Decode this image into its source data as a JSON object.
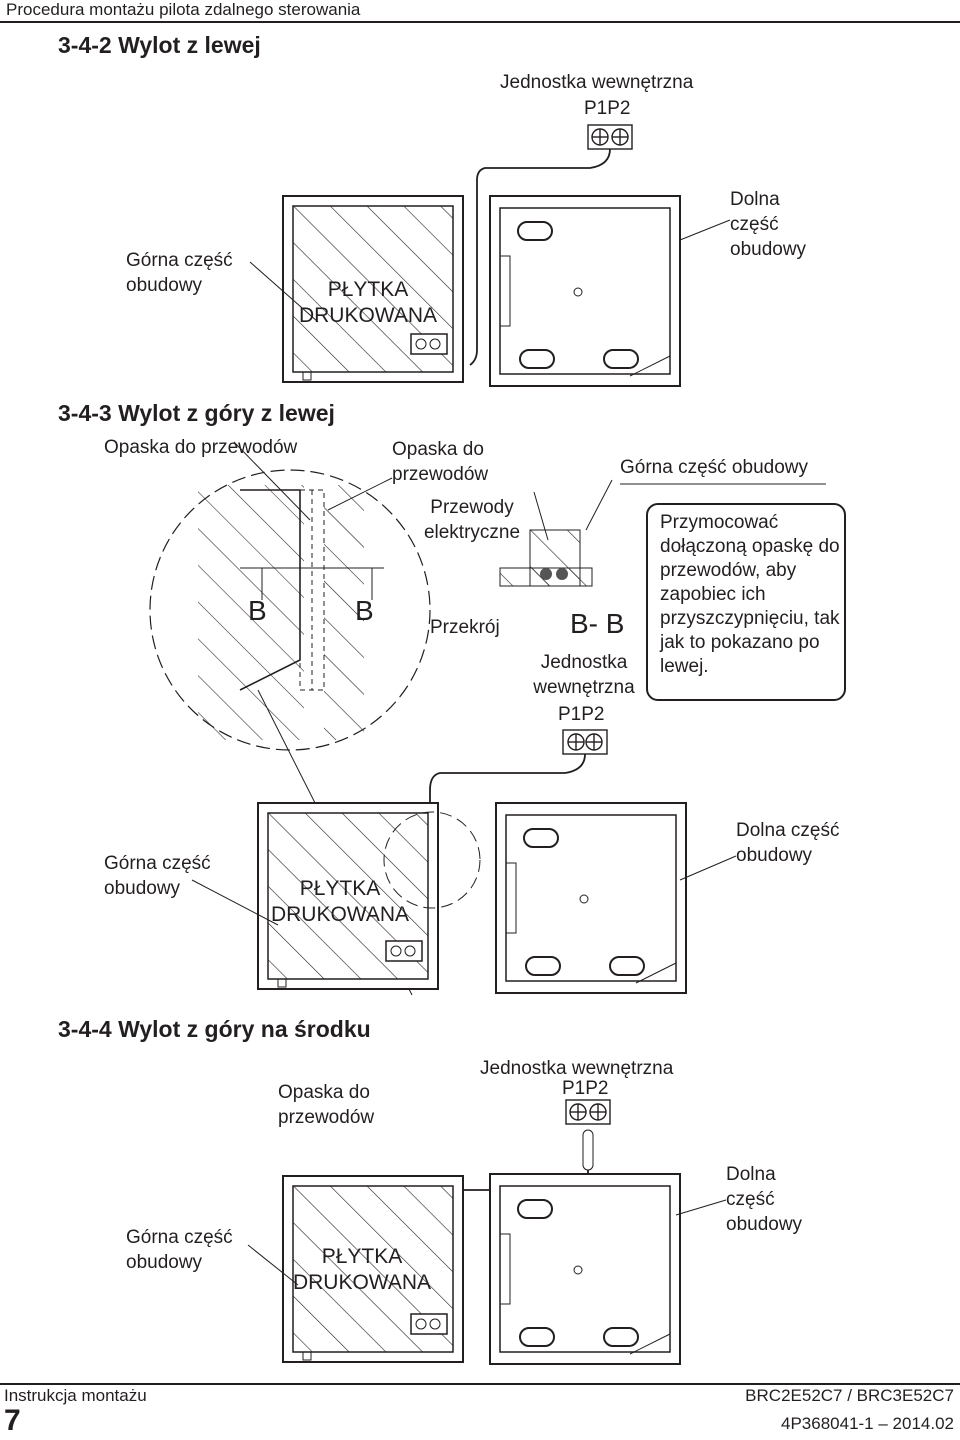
{
  "header": {
    "title": "Procedura montażu pilota zdalnego sterowania"
  },
  "sections": [
    {
      "title": "3-4-2 Wylot z lewej",
      "indoor_unit": "Jednostka wewnętrzna",
      "terminals": "P1P2",
      "upper_case": "Górna część obudowy",
      "pcb": "PŁYTKA DRUKOWANA",
      "lower_case": "Dolna część obudowy"
    },
    {
      "title": "3-4-3 Wylot z góry z lewej",
      "wiring_clamp": "Opaska do przewodów",
      "wiring_clamp_2": "Opaska do przewodów",
      "electric_wires": "Przewody elektryczne",
      "cross_section": "Przekrój",
      "section_mark": "B- B",
      "section_b": "B",
      "indoor_unit": "Jednostka wewnętrzna",
      "terminals": "P1P2",
      "upper_case_top": "Górna część obudowy",
      "note": "Przymocować dołączoną opaskę do przewodów, aby zapobiec ich przyszczypnięciu, tak jak to pokazano po lewej.",
      "upper_case": "Górna część obudowy",
      "pcb": "PŁYTKA DRUKOWANA",
      "lower_case": "Dolna część obudowy"
    },
    {
      "title": "3-4-4 Wylot z góry na środku",
      "wiring_clamp": "Opaska do przewodów",
      "indoor_unit": "Jednostka wewnętrzna",
      "terminals": "P1P2",
      "upper_case": "Górna część obudowy",
      "pcb": "PŁYTKA DRUKOWANA",
      "lower_case": "Dolna część obudowy"
    }
  ],
  "footer": {
    "manual": "Instrukcja montażu",
    "page": "7",
    "model": "BRC2E52C7 / BRC3E52C7",
    "code": "4P368041-1 – 2014.02"
  }
}
